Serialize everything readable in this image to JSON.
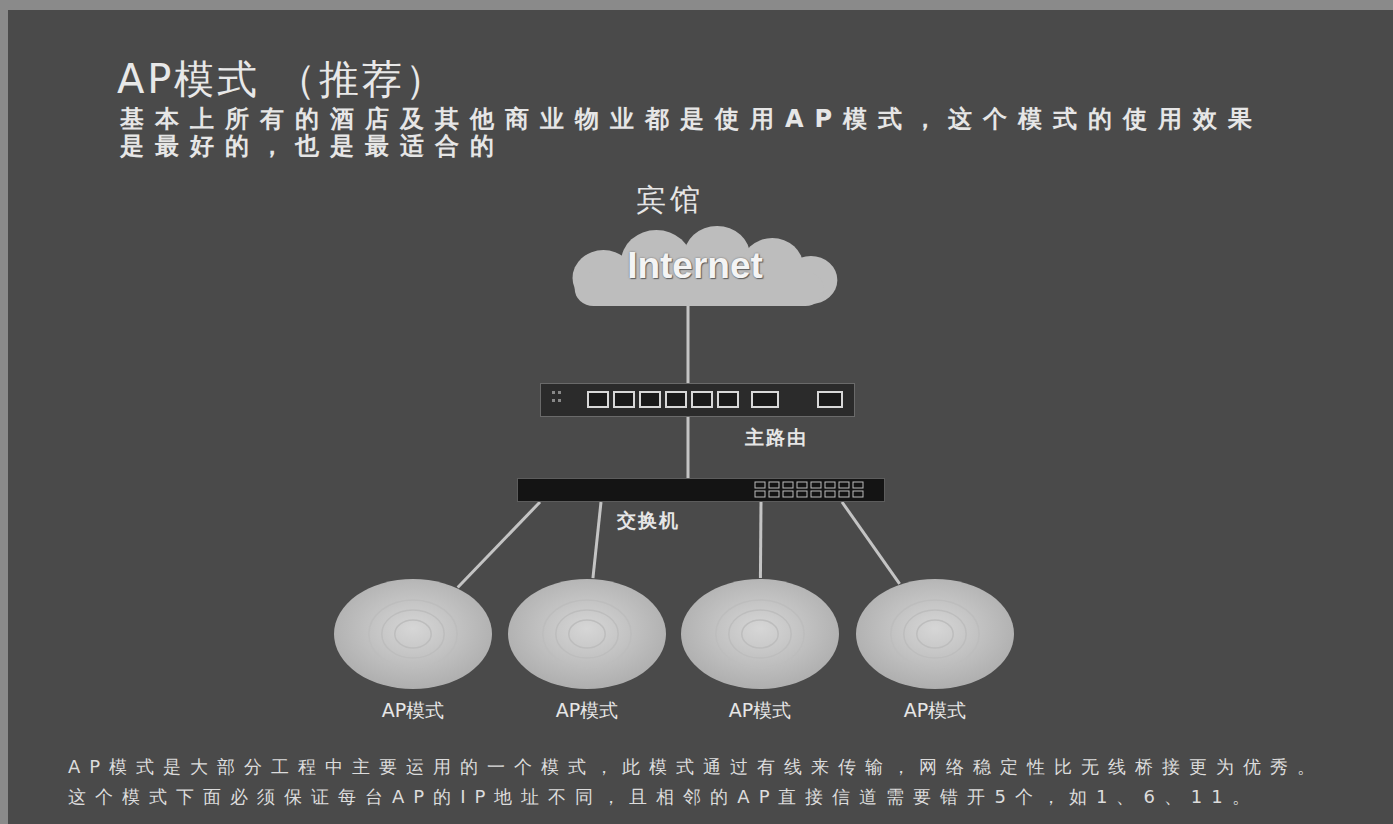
{
  "diagram": {
    "title": "AP模式 （推荐）",
    "caption": "AP模式是大部分工程中主要运用的一个模式，此模式通过有线来传输，网络稳定性比无线桥接更为优秀。 这个模式下面必须保证每台AP的IP地址不同，且相邻的AP直接信道需要错开5个，如1、6、11。",
    "nodes": [
      {
        "text": [
          "Internet"
        ]
      },
      {
        "text": [
          "主路由"
        ]
      },
      {
        "text": [
          "交换机"
        ]
      },
      {
        "text": [
          "AP模式"
        ]
      },
      {
        "text": [
          "AP模式"
        ]
      },
      {
        "text": [
          "AP模式"
        ]
      },
      {
        "text": [
          "AP模式"
        ]
      }
    ],
    "edges": [
      {
        "from": 0,
        "to": 1,
        "arrow": "none"
      },
      {
        "from": 1,
        "to": 2,
        "arrow": "none"
      },
      {
        "from": 2,
        "to": 3,
        "arrow": "none"
      },
      {
        "from": 2,
        "to": 4,
        "arrow": "none"
      },
      {
        "from": 2,
        "to": 5,
        "arrow": "none"
      },
      {
        "from": 2,
        "to": 6,
        "arrow": "none"
      }
    ],
    "labels": [
      "基本上所有的酒店及其他商业物业都是使用AP模式，这个模式的使用效果 是最好的，也是最适合的",
      "宾馆"
    ]
  }
}
